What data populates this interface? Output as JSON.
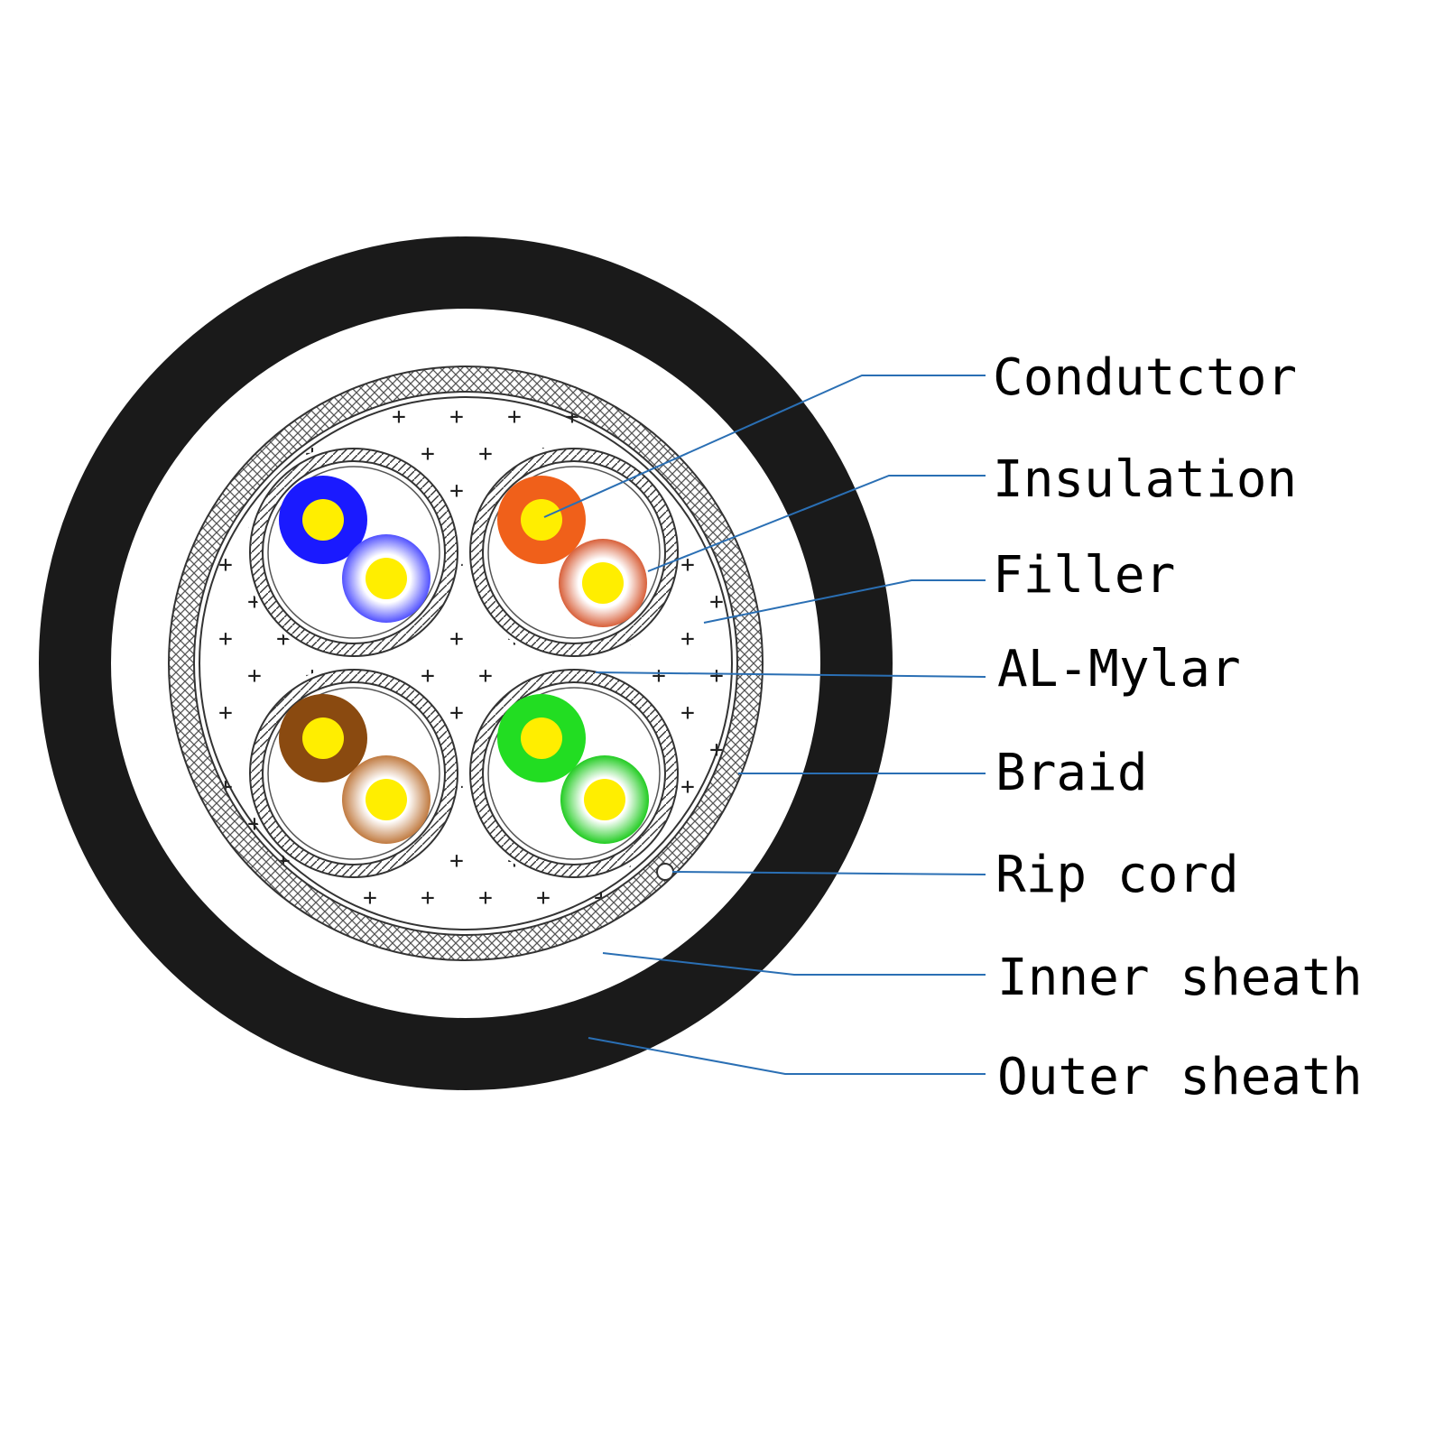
{
  "diagram": {
    "labels": [
      {
        "id": "conductor",
        "text": "Condutctor"
      },
      {
        "id": "insulation",
        "text": "Insulation"
      },
      {
        "id": "filler",
        "text": "Filler"
      },
      {
        "id": "al-mylar",
        "text": "AL-Mylar"
      },
      {
        "id": "braid",
        "text": "Braid"
      },
      {
        "id": "rip-cord",
        "text": "Rip cord"
      },
      {
        "id": "inner-sheath",
        "text": "Inner sheath"
      },
      {
        "id": "outer-sheath",
        "text": "Outer sheath"
      }
    ],
    "pairs": [
      {
        "name": "blue-pair",
        "solid": "#1a1aff",
        "stripe": "#6a6aff"
      },
      {
        "name": "orange-pair",
        "solid": "#f0601a",
        "stripe": "#e8906a"
      },
      {
        "name": "brown-pair",
        "solid": "#8a4a10",
        "stripe": "#d8966a"
      },
      {
        "name": "green-pair",
        "solid": "#22dd22",
        "stripe": "#66ee66"
      }
    ],
    "colors": {
      "outer_sheath": "#1a1a1a",
      "conductor": "#ffee00",
      "leader_line": "#2a6fb4",
      "braid": "#555555"
    }
  }
}
